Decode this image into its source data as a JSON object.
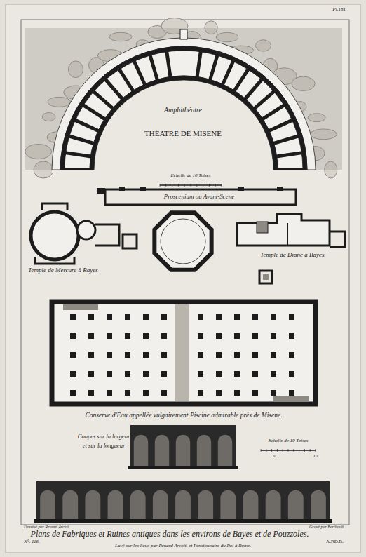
{
  "diagram": {
    "title": "Plans de Fabriques et Ruines antiques dans les environs de Bayes et de Pouzzoles.",
    "labels": [
      "Pl.181",
      "Amphithéatre",
      "THÉATRE DE MISENE",
      "Echelle de 10 Toises",
      "Proscenium ou Avant-Scene",
      "Temple de Mercure à Bayes",
      "Temple de Diane à Bayes.",
      "Conserve d'Eau appellée vulgairement Piscine admirable près de Misene.",
      "Coupes sur la largeur",
      "et sur la longueur",
      "Echelle de 10 Toises",
      "0",
      "10",
      "Dessiné par Renard Archit.",
      "Gravé par Berthault",
      "N°. 116.",
      "Lavé sur les lieux par Renard Archit. et Pensionnaire du Roi à Rome.",
      "A.P.D.R."
    ]
  }
}
